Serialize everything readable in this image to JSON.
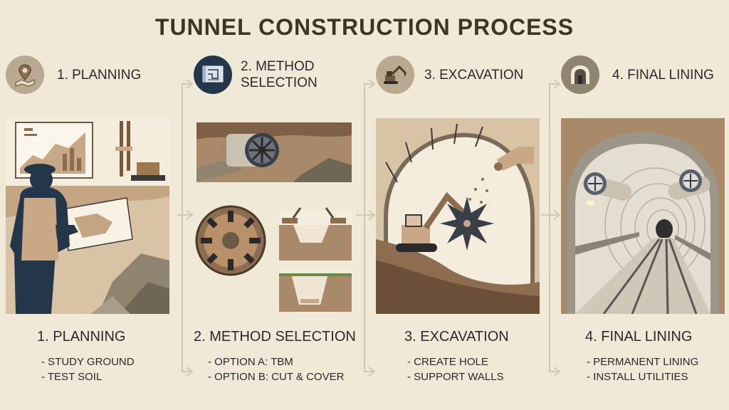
{
  "title": "TUNNEL CONSTRUCTION PROCESS",
  "steps": [
    {
      "header": "1. PLANNING",
      "icon": "map-pin-icon",
      "title": "1. PLANNING",
      "items": [
        "- STUDY GROUND",
        "- TEST SOIL"
      ]
    },
    {
      "header_line1": "2. METHOD",
      "header_line2": "SELECTION",
      "icon": "blueprint-icon",
      "title": "2. METHOD SELECTION",
      "items": [
        "- OPTION A: TBM",
        "- OPTION B: CUT & COVER"
      ]
    },
    {
      "header": "3. EXCAVATION",
      "icon": "excavator-icon",
      "title": "3. EXCAVATION",
      "items": [
        "- CREATE HOLE",
        "- SUPPORT WALLS"
      ]
    },
    {
      "header": "4. FINAL LINING",
      "icon": "tunnel-icon",
      "title": "4. FINAL LINING",
      "items": [
        "- PERMANENT LINING",
        "- INSTALL UTILITIES"
      ]
    }
  ],
  "colors": {
    "background": "#f1e9d8",
    "icon_circle": "#b8aa91",
    "icon_circle_dark": "#24364a",
    "earth": "#a8896a",
    "navy": "#24364a",
    "arrow": "#d2c7b5"
  }
}
